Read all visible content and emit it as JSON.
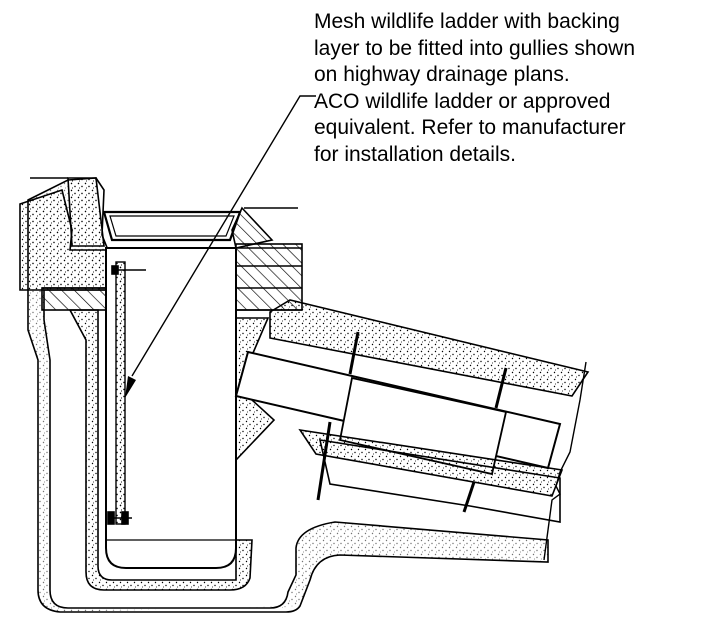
{
  "annotation": {
    "lines": [
      "Mesh wildlife ladder with backing",
      "layer to be fitted into gullies shown",
      "on highway drainage plans.",
      "ACO wildlife ladder or approved",
      "equivalent. Refer to manufacturer",
      "for installation details."
    ]
  },
  "colors": {
    "line": "#000000",
    "background": "#ffffff"
  }
}
